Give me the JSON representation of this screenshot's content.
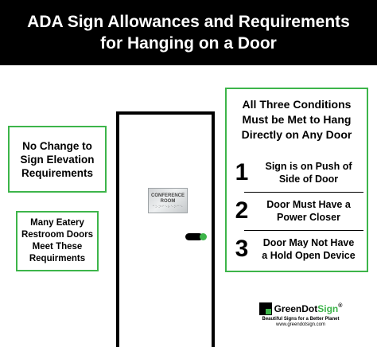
{
  "header": {
    "title_line1": "ADA Sign Allowances and Requirements",
    "title_line2": "for Hanging on a Door"
  },
  "left_boxes": {
    "elevation": [
      "No Change to",
      "Sign Elevation",
      "Requirements"
    ],
    "eatery": [
      "Many Eatery",
      "Restroom Doors",
      "Meet These",
      "Requirments"
    ]
  },
  "door_sign": {
    "line1": "CONFERENCE",
    "line2": "ROOM",
    "braille": "⠉⠕⠝⠋⠑⠗⠑⠝⠉⠑"
  },
  "conditions": {
    "title": [
      "All Three Conditions",
      "Must be Met to Hang",
      "Directly on Any Door"
    ],
    "items": [
      {
        "number": "1",
        "text": [
          "Sign is on Push of",
          "Side of Door"
        ]
      },
      {
        "number": "2",
        "text": [
          "Door Must Have a",
          "Power Closer"
        ]
      },
      {
        "number": "3",
        "text": [
          "Door May Not Have",
          "a Hold Open Device"
        ]
      }
    ]
  },
  "logo": {
    "name_part1": "GreenDot",
    "name_part2": "Sign",
    "registered": "®",
    "tagline": "Beautiful Signs for a Better Planet",
    "url": "www.greendotsign.com"
  },
  "colors": {
    "accent_green": "#3db54a",
    "header_bg": "#000000"
  }
}
